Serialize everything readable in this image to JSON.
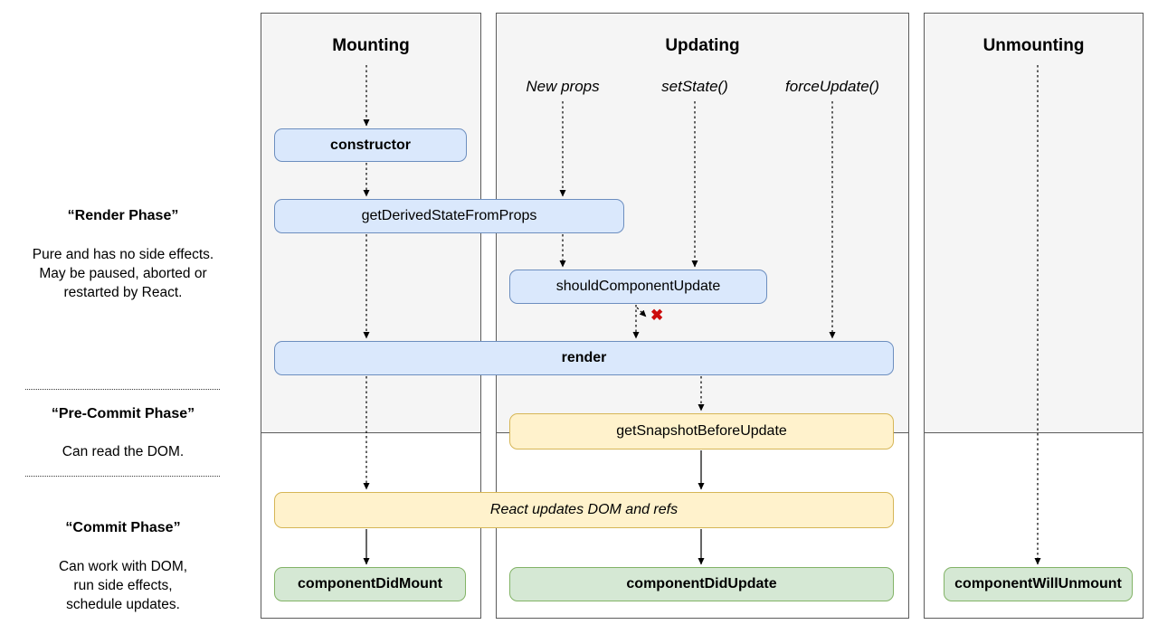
{
  "phases": {
    "render": {
      "title": "“Render Phase”",
      "description": "Pure and has no side effects.\nMay be paused, aborted or\nrestarted by React."
    },
    "pre_commit": {
      "title": "“Pre-Commit Phase”",
      "description": "Can read the DOM."
    },
    "commit": {
      "title": "“Commit Phase”",
      "description": "Can work with DOM,\nrun side effects,\nschedule updates."
    }
  },
  "columns": {
    "mounting": {
      "title": "Mounting"
    },
    "updating": {
      "title": "Updating"
    },
    "unmounting": {
      "title": "Unmounting"
    }
  },
  "triggers": {
    "new_props": "New props",
    "set_state": "setState()",
    "force_update": "forceUpdate()"
  },
  "nodes": {
    "constructor": "constructor",
    "get_derived_state_from_props": "getDerivedStateFromProps",
    "should_component_update": "shouldComponentUpdate",
    "render": "render",
    "get_snapshot_before_update": "getSnapshotBeforeUpdate",
    "react_updates_dom": "React updates DOM and refs",
    "component_did_mount": "componentDidMount",
    "component_did_update": "componentDidUpdate",
    "component_will_unmount": "componentWillUnmount"
  },
  "icons": {
    "no_update_x": "✖"
  },
  "colors": {
    "lifecycle_box_fill": "#dae8fc",
    "lifecycle_box_border": "#6c8ebf",
    "dom_box_fill": "#fff2cc",
    "dom_box_border": "#d6b656",
    "commit_box_fill": "#d5e8d4",
    "commit_box_border": "#82b366",
    "column_background": "#f5f5f5",
    "column_border": "#5b5b5b",
    "x_icon_red": "#cc0b0b"
  }
}
